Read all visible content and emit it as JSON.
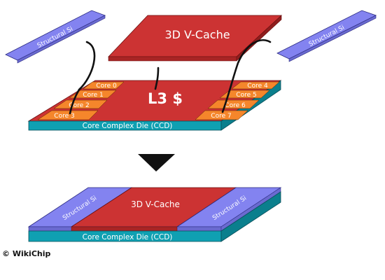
{
  "top_assembly": {
    "structural_left_label": "Structural Si",
    "structural_right_label": "Structural Si",
    "vcache_label": "3D V-Cache",
    "l3_label": "L3 $",
    "ccd_label": "Core Complex Die (CCD)",
    "cores_left": [
      "Core 0",
      "Core 1",
      "Core 2",
      "Core 3"
    ],
    "cores_right": [
      "Core 4",
      "Core 5",
      "Core 6",
      "Core 7"
    ]
  },
  "bottom_assembly": {
    "structural_left_label": "Structural Si",
    "structural_right_label": "Structural Si",
    "vcache_label": "3D V-Cache",
    "ccd_label": "Core Complex Die (CCD)"
  },
  "copyright": "© WikiChip",
  "colors": {
    "structural_si": "#8383f0",
    "vcache": "#cc3333",
    "l3": "#cc3333",
    "core": "#f5862b",
    "ccd_base": "#0fa0b2",
    "arrow": "#111111"
  }
}
